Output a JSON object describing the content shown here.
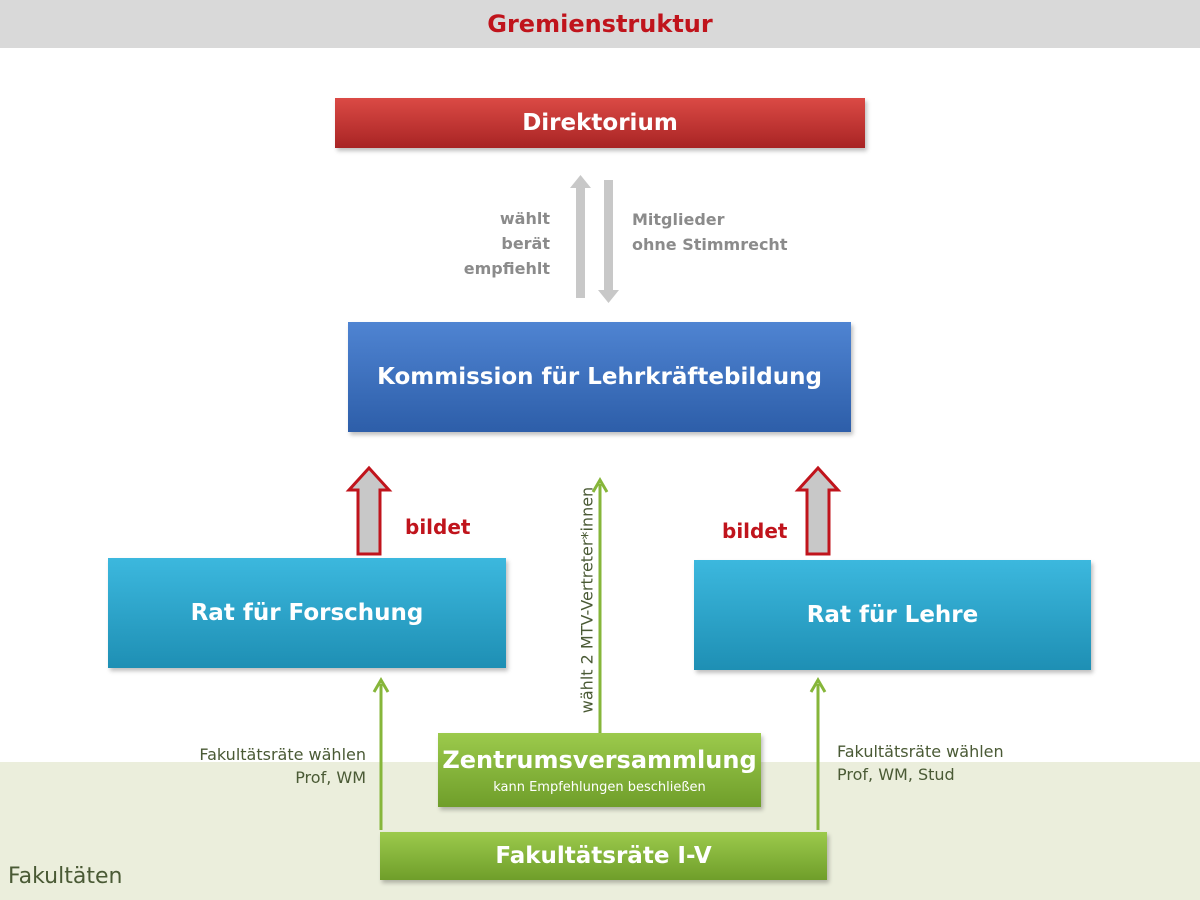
{
  "header": {
    "title": "Gremienstruktur"
  },
  "boxes": {
    "direktorium": "Direktorium",
    "kommission": "Kommission für Lehrkräftebildung",
    "rat_forschung": "Rat für Forschung",
    "rat_lehre": "Rat für Lehre",
    "zentrumsversammlung": "Zentrumsversammlung",
    "zentrumsversammlung_sub": "kann Empfehlungen beschließen",
    "fakultaetsraete": "Fakultätsräte I-V"
  },
  "labels": {
    "left_gray": [
      "wählt",
      "berät",
      "empfiehlt"
    ],
    "right_gray": [
      "Mitglieder",
      "ohne Stimmrecht"
    ],
    "bildet_left": "bildet",
    "bildet_right": "bildet",
    "vertical": "wählt 2 MTV-Vertreter*innen",
    "fr_left": [
      "Fakultätsräte wählen",
      "Prof, WM"
    ],
    "fr_right": [
      "Fakultätsräte wählen",
      "Prof, WM, Stud"
    ]
  },
  "band": {
    "label": "Fakultäten"
  },
  "colors": {
    "header_title": "#c0141c",
    "direktorium": "#c0302e",
    "kommission": "#3a6fbf",
    "rat": "#2aa4cc",
    "green": "#86b63a",
    "faculty_band": "#ebeedc",
    "gray_arrow": "#c8c8c8",
    "red_outline": "#c0141c"
  }
}
